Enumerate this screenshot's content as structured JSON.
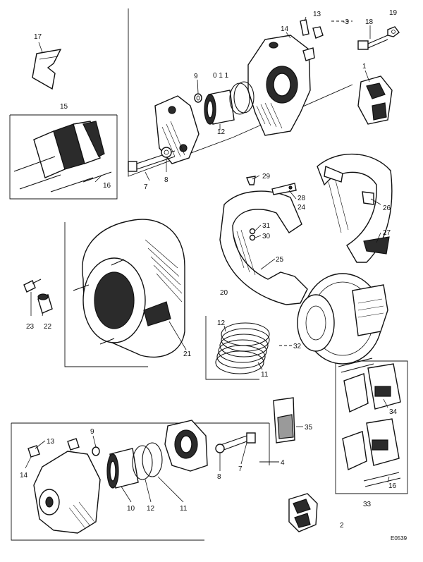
{
  "callouts": {
    "c1": "1",
    "c2": "2",
    "c3": "-3",
    "c4": "4",
    "c7a": "7",
    "c7b": "7",
    "c8a": "8",
    "c8b": "8",
    "c9a": "9",
    "c9b": "9",
    "c10": "10",
    "c11a": "0 1 1",
    "c11b": "11",
    "c11c": "11",
    "c12a": "12",
    "c12b": "12",
    "c12c": "12",
    "c13a": "13",
    "c13b": "13",
    "c14a": "14",
    "c14b": "14",
    "c15": "15",
    "c16a": "16",
    "c16b": "16",
    "c17": "17",
    "c18": "18",
    "c19": "19",
    "c20": "20",
    "c21": "21",
    "c22": "22",
    "c23": "23",
    "c24": "24",
    "c25": "25",
    "c26": "26",
    "c27": "27",
    "c28": "28",
    "c29": "29",
    "c30": "30",
    "c31": "31",
    "c32": "32",
    "c33": "33",
    "c34": "34",
    "c35": "35"
  },
  "figure_code": "E0539"
}
